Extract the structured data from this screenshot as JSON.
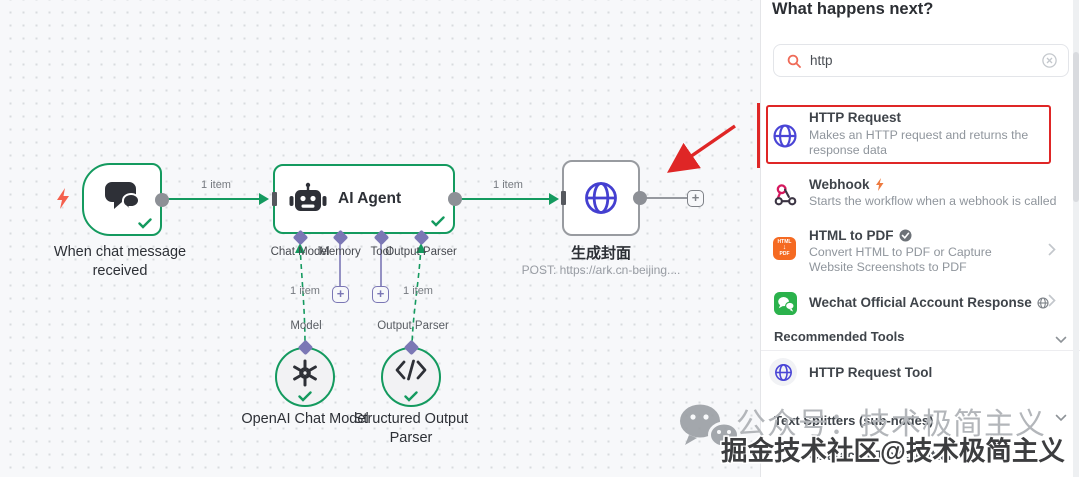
{
  "canvas": {
    "item_label": "1 item",
    "plus_glyph": "+",
    "trigger": {
      "label": "When chat message received"
    },
    "agent": {
      "label": "AI Agent",
      "ports": [
        "Chat Model",
        "Memory",
        "Tool",
        "Output Parser"
      ]
    },
    "model_port_label": "Model",
    "parser_port_label": "Output Parser",
    "model_node": {
      "label": "OpenAI Chat Model"
    },
    "parser_node": {
      "label": "Structured Output Parser"
    },
    "http_node": {
      "label": "生成封面",
      "sublabel": "POST: https://ark.cn-beijing...."
    }
  },
  "panel": {
    "title": "What happens next?",
    "search": {
      "value": "http"
    },
    "items": [
      {
        "title": "HTTP Request",
        "desc": "Makes an HTTP request and returns the response data"
      },
      {
        "title": "Webhook",
        "desc": "Starts the workflow when a webhook is called"
      },
      {
        "title": "HTML to PDF",
        "desc": "Convert HTML to PDF or Capture Website Screenshots to PDF",
        "icon_top": "HTML",
        "icon_arrow": "↓",
        "icon_bottom": "PDF"
      },
      {
        "title": "Wechat Official Account Response"
      }
    ],
    "sections": {
      "recommended": "Recommended Tools",
      "text_splitters": "Text Splitters (sub-nodes)"
    },
    "tools": [
      {
        "label": "HTTP Request Tool"
      },
      {
        "label": "Character Text Splitter"
      }
    ]
  },
  "watermark": {
    "front": "掘金技术社区@技术极简主义",
    "back": "公众号：技术极简主义"
  },
  "colors": {
    "accent_green": "#149a5f",
    "annotation_red": "#df2626",
    "indigo": "#4a45d6",
    "orange": "#f56a22",
    "wechat_green": "#2bb24c",
    "webhook_pink": "#d6185e"
  }
}
